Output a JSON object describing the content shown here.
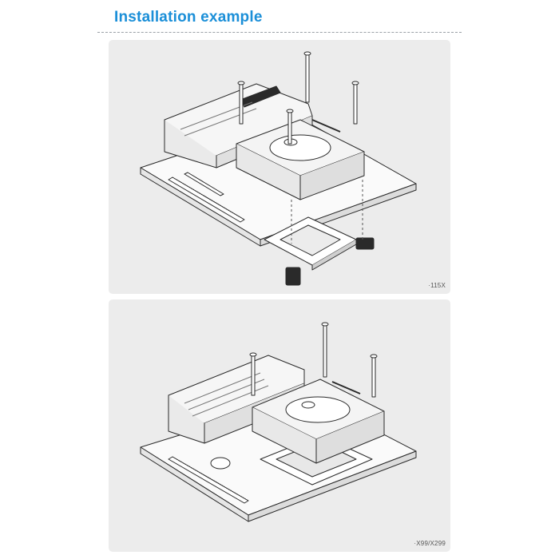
{
  "header": {
    "title": "Installation example"
  },
  "figures": [
    {
      "caption": "·115X"
    },
    {
      "caption": "·X99/X299"
    }
  ]
}
